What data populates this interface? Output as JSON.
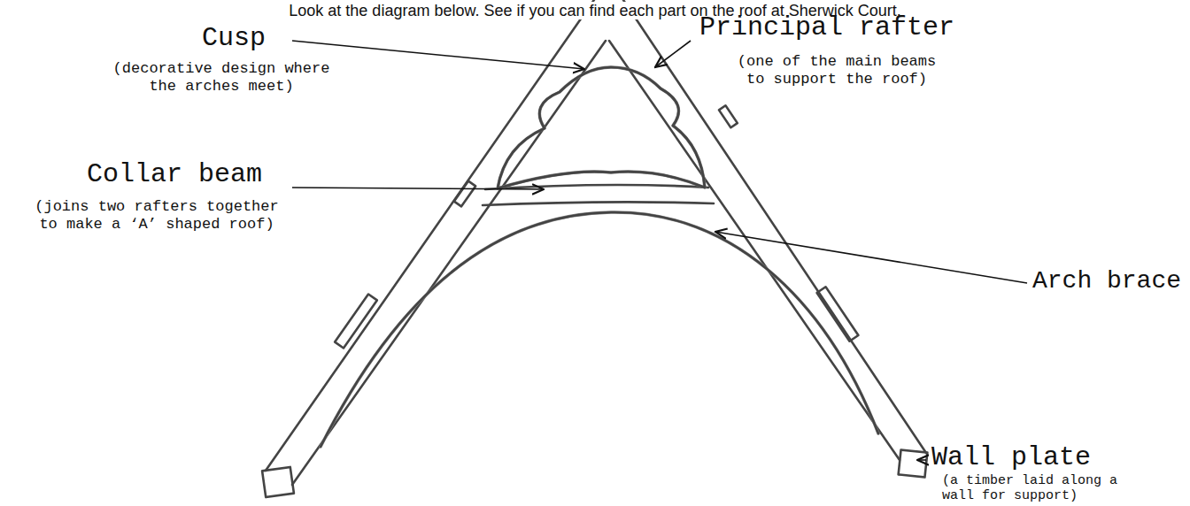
{
  "diagram": {
    "title": "Look at the diagram below. See if you can find each part on the roof at Sherwick Court.",
    "labels": [
      "Cusp",
      "(decorative design where the arches meet)",
      "Principal rafter",
      "(one of the main beams to support the roof)",
      "Collar beam",
      "(joins two rafters together to make a ‘A’ shaped roof)",
      "Arch brace",
      "Wall plate",
      "(a timber laid along a wall for support)"
    ]
  }
}
